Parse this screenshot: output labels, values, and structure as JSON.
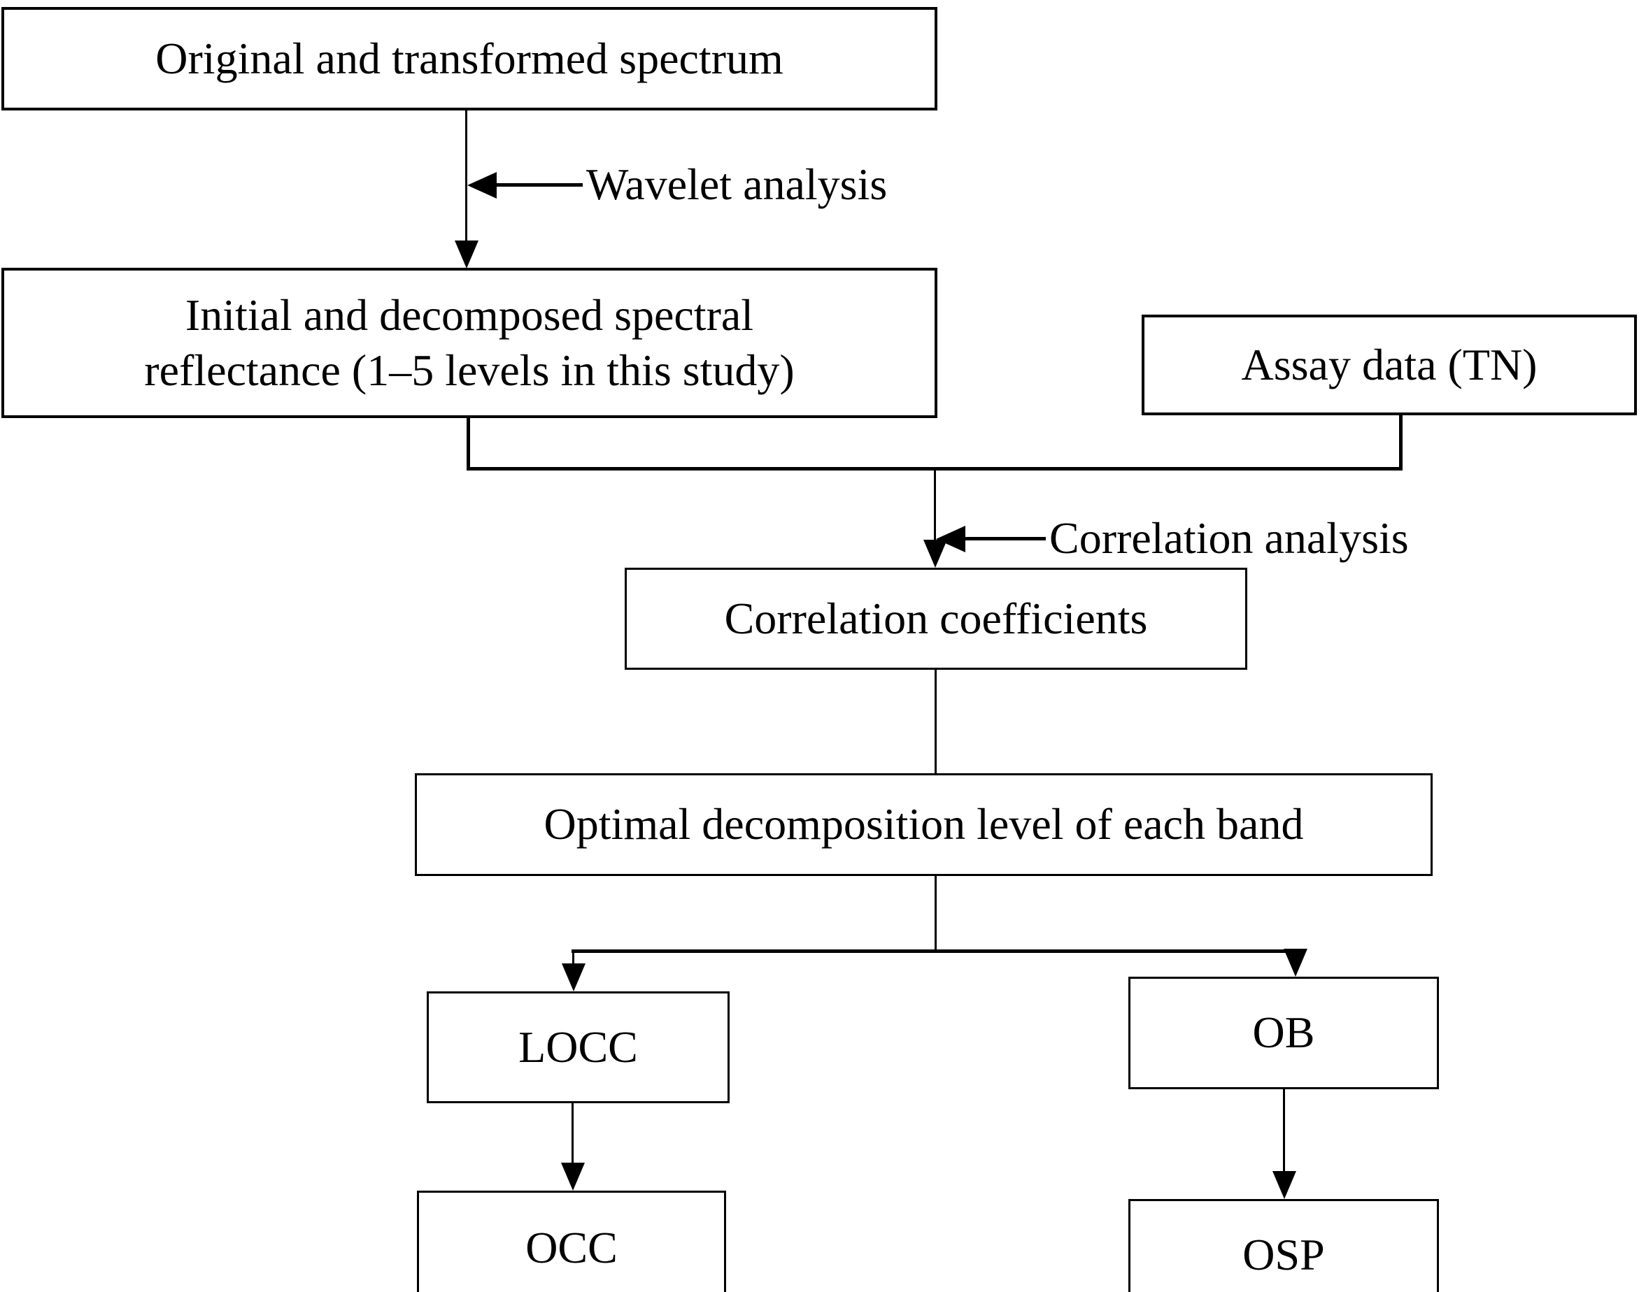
{
  "diagram": {
    "title": "Wavelet analysis workflow flowchart",
    "stroke_color": "#000000",
    "background_color": "#ffffff",
    "nodes": [
      {
        "id": "original",
        "label": "Original and transformed spectrum"
      },
      {
        "id": "initial",
        "label": "Initial   and decomposed spectral\nreflectance (1–5 levels in this study)"
      },
      {
        "id": "assay",
        "label": "Assay data (TN)"
      },
      {
        "id": "corrcoef",
        "label": "Correlation coefficients"
      },
      {
        "id": "optimal",
        "label": "Optimal decomposition level of each band"
      },
      {
        "id": "locc",
        "label": "LOCC"
      },
      {
        "id": "ob",
        "label": "OB"
      },
      {
        "id": "occ",
        "label": "OCC"
      },
      {
        "id": "osp",
        "label": "OSP"
      }
    ],
    "edge_labels": [
      {
        "id": "wavelet",
        "label": "Wavelet analysis"
      },
      {
        "id": "correlation",
        "label": "Correlation analysis"
      }
    ],
    "edges": [
      {
        "from": "original",
        "to": "initial",
        "label": "Wavelet analysis"
      },
      {
        "from": "initial",
        "to": "corrcoef",
        "label": "Correlation analysis"
      },
      {
        "from": "assay",
        "to": "corrcoef",
        "label": "Correlation analysis"
      },
      {
        "from": "corrcoef",
        "to": "optimal",
        "label": ""
      },
      {
        "from": "optimal",
        "to": "locc",
        "label": ""
      },
      {
        "from": "optimal",
        "to": "ob",
        "label": ""
      },
      {
        "from": "locc",
        "to": "occ",
        "label": ""
      },
      {
        "from": "ob",
        "to": "osp",
        "label": ""
      }
    ]
  }
}
